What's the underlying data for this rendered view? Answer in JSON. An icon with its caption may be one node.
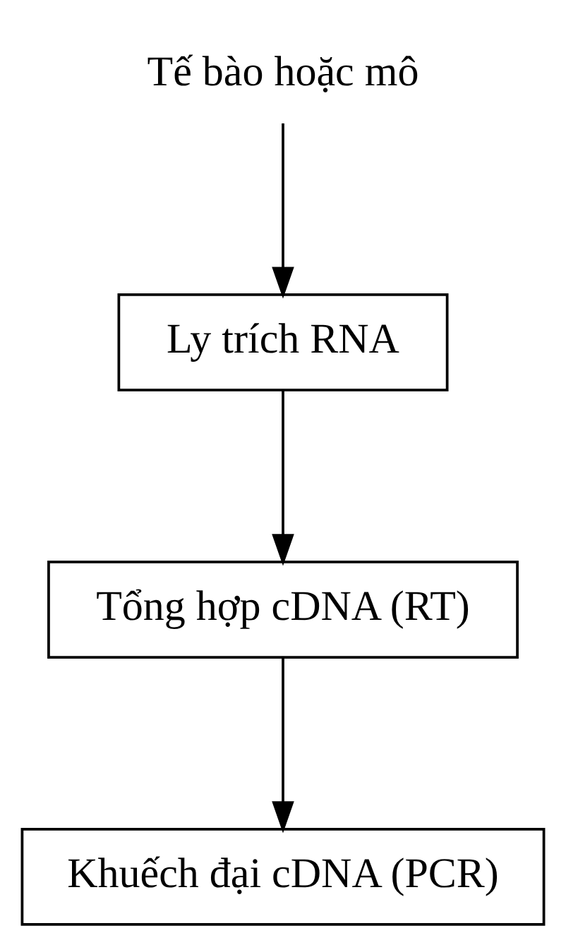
{
  "diagram": {
    "nodes": [
      {
        "text": [
          "Tế bào hoặc mô"
        ]
      },
      {
        "text": [
          "Ly trích RNA"
        ]
      },
      {
        "text": [
          "Tổng hợp cDNA (RT)"
        ]
      },
      {
        "text": [
          "Khuếch đại cDNA (PCR)"
        ]
      }
    ],
    "edges": [
      {
        "from": 0,
        "to": 1,
        "arrow": "to"
      },
      {
        "from": 1,
        "to": 2,
        "arrow": "to"
      },
      {
        "from": 2,
        "to": 3,
        "arrow": "to"
      }
    ]
  }
}
